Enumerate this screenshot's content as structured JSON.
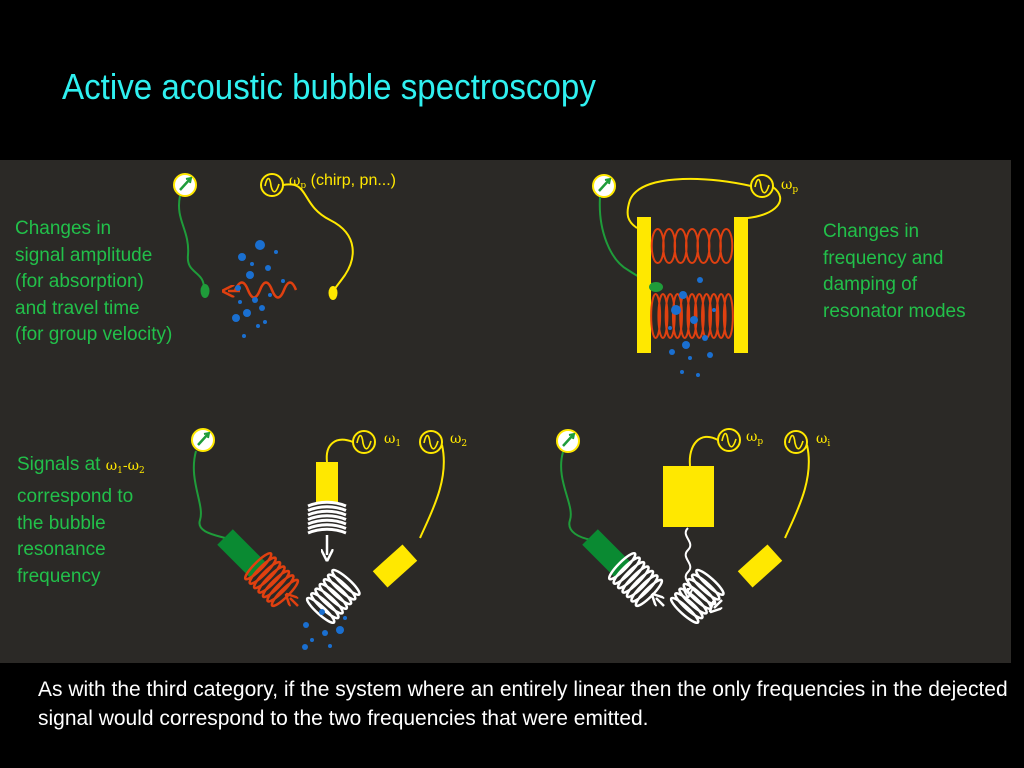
{
  "title": "Active acoustic bubble spectroscopy",
  "panels": {
    "top_left": {
      "label": "Changes in\nsignal amplitude\n(for absorption)\nand travel time\n(for group velocity)",
      "source_omega": "ω",
      "source_sub": "p",
      "source_extra": "(chirp, pn...)"
    },
    "top_right": {
      "label": "Changes in\nfrequency and\ndamping of\nresonator modes",
      "source_omega": "ω",
      "source_sub": "p"
    },
    "bottom_left": {
      "label_prefix": "Signals at ",
      "label_omega1": "ω",
      "label_sub1": "1",
      "label_dash": "-",
      "label_omega2": "ω",
      "label_sub2": "2",
      "label_rest": "correspond to\nthe bubble\nresonance\nfrequency",
      "source1_omega": "ω",
      "source1_sub": "1",
      "source2_omega": "ω",
      "source2_sub": "2"
    },
    "bottom_right": {
      "source1_omega": "ω",
      "source1_sub": "p",
      "source2_omega": "ω",
      "source2_sub": "i"
    }
  },
  "caption": "As with the third category, if the system where an entirely linear then the only frequencies in the dejected signal would correspond to the two frequencies that were emitted.",
  "colors": {
    "title": "#2ff0f0",
    "panel_bg": "#2b2926",
    "label_green": "#22c04a",
    "wire_yellow": "#ffe800",
    "wire_green": "#1f9c3a",
    "bubble_blue": "#1a6fd0",
    "wave_red": "#e04010",
    "transducer_green": "#0a8a32"
  }
}
